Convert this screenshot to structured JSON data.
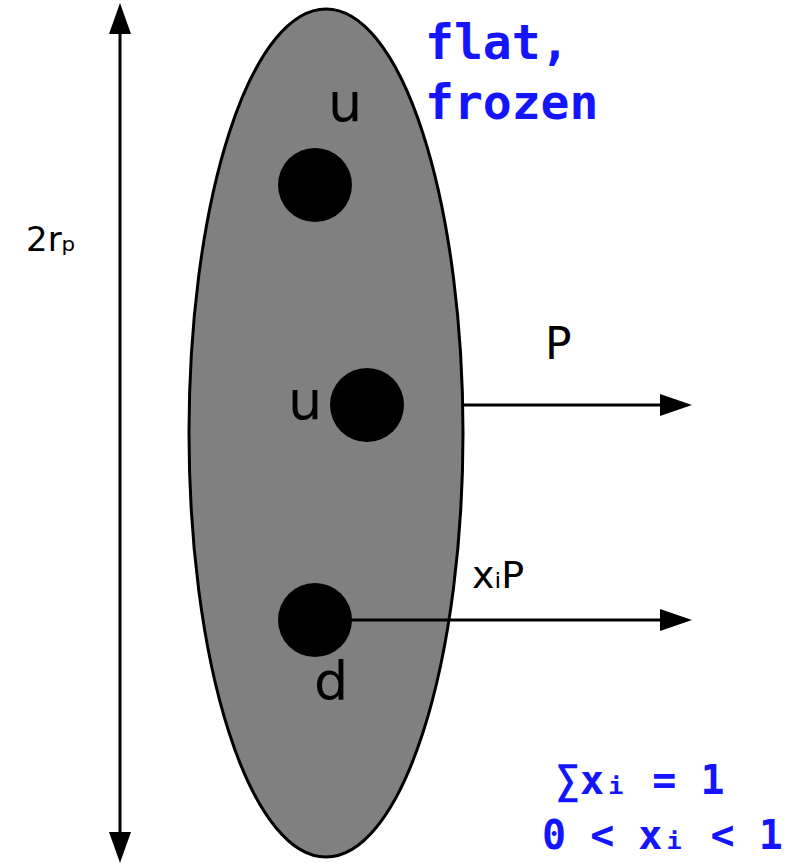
{
  "diagram": {
    "nodes": [
      {
        "text": [
          "u"
        ]
      },
      {
        "text": [
          "u"
        ]
      },
      {
        "text": [
          "d"
        ]
      }
    ],
    "labels": [
      "flat, frozen",
      "2rₚ",
      "P",
      "xᵢP",
      "∑xᵢ = 1",
      "0 < xᵢ < 1"
    ]
  }
}
